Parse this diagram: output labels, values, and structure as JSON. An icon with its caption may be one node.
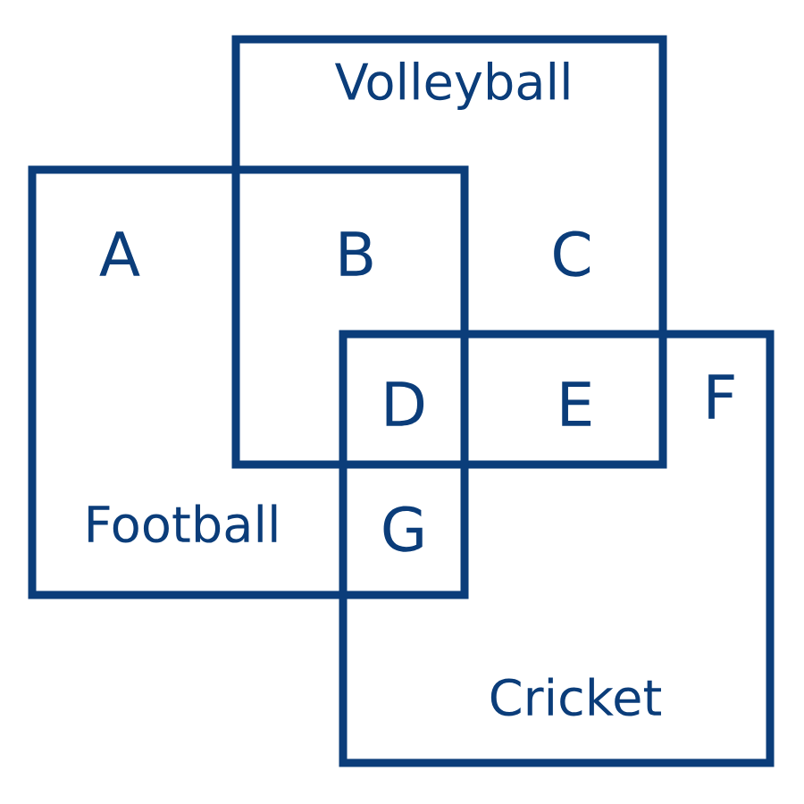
{
  "diagram": {
    "nodes": [
      {
        "text": [
          "Volleyball"
        ]
      },
      {
        "text": [
          "Football"
        ]
      },
      {
        "text": [
          "Cricket"
        ]
      }
    ],
    "labels": [
      "A",
      "B",
      "C",
      "D",
      "E",
      "F",
      "G"
    ]
  }
}
